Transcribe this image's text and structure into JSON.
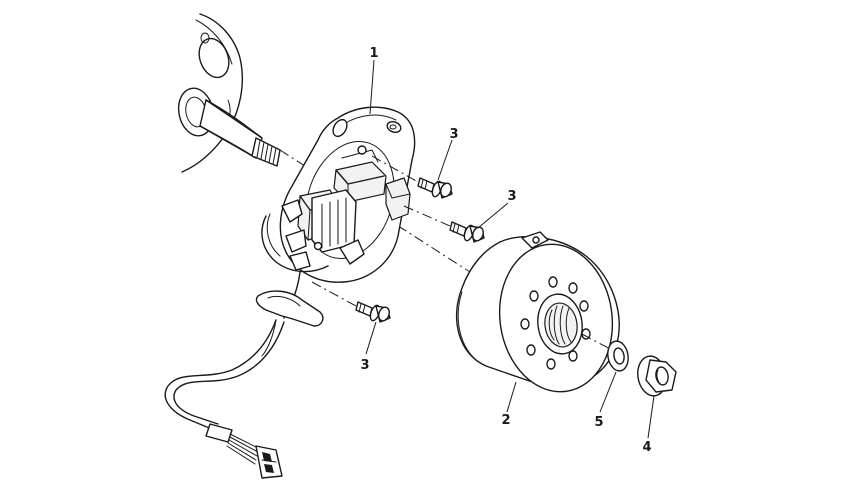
{
  "diagram": {
    "callouts": [
      {
        "id": "callout-1",
        "label": "1"
      },
      {
        "id": "callout-2",
        "label": "2"
      },
      {
        "id": "callout-3a",
        "label": "3"
      },
      {
        "id": "callout-3b",
        "label": "3"
      },
      {
        "id": "callout-3c",
        "label": "3"
      },
      {
        "id": "callout-4",
        "label": "4"
      },
      {
        "id": "callout-5",
        "label": "5"
      }
    ],
    "colors": {
      "line": "#1a1a1a",
      "background": "#ffffff"
    }
  }
}
